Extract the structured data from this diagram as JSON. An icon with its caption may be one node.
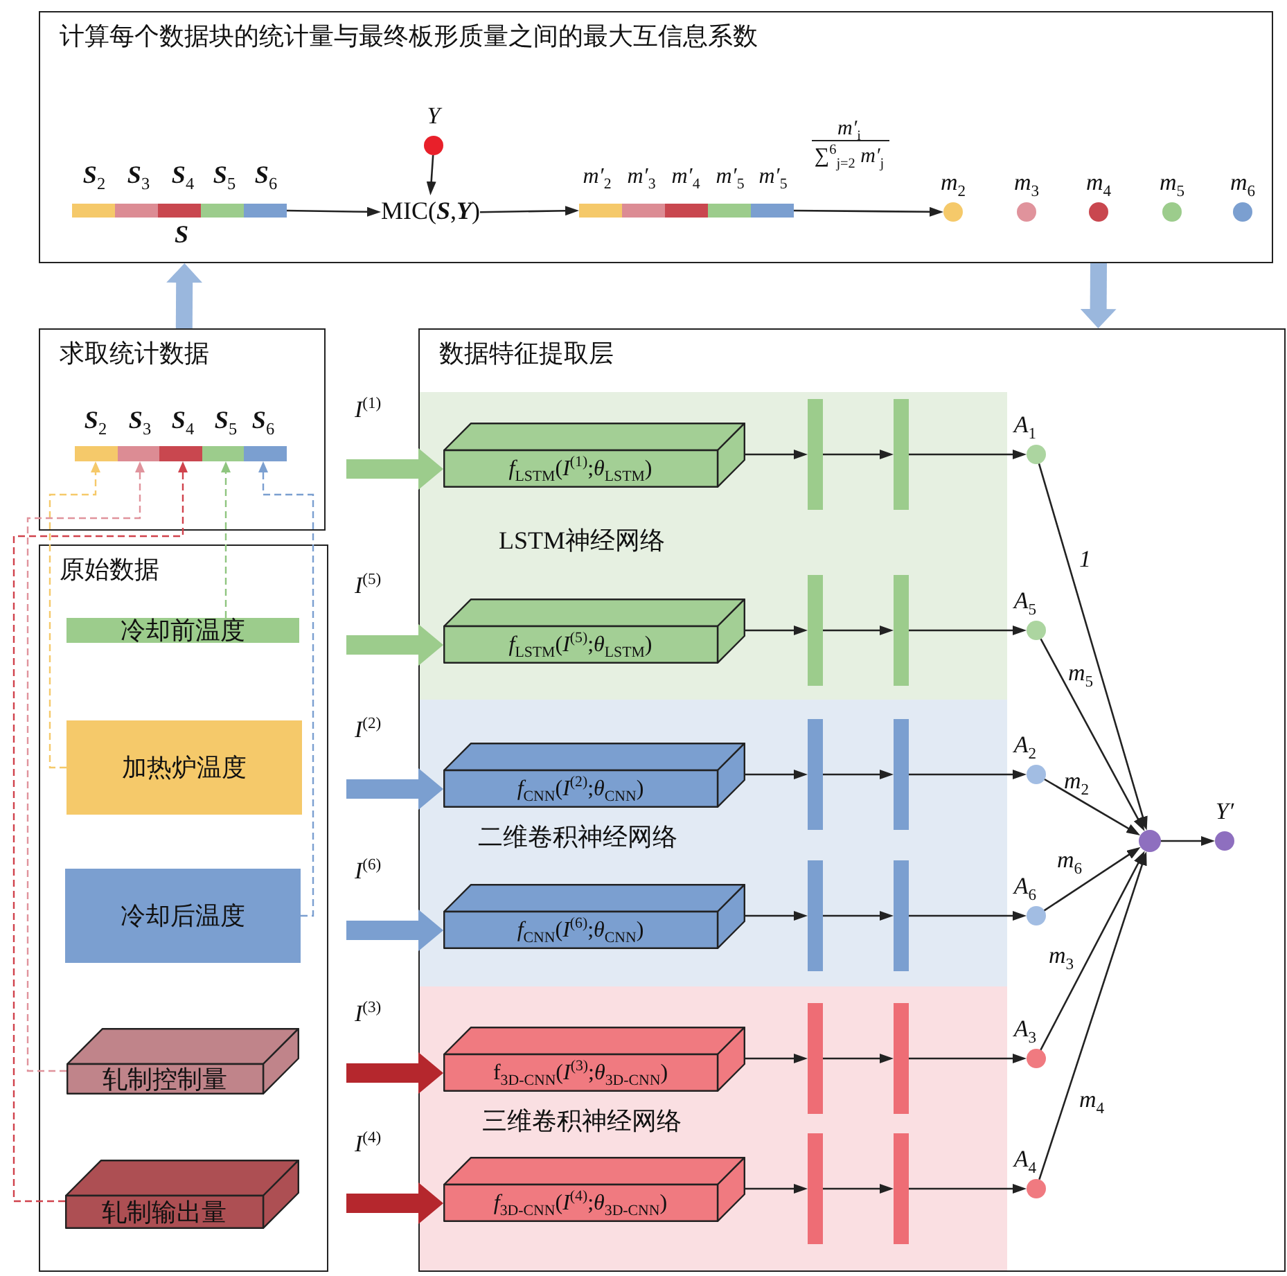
{
  "diagram": {
    "nodes": [
      {
        "text": [
          "计算每个数据块的统计量与最终板形质量之间的最大互信息系数"
        ]
      },
      {
        "text": [],
        "shape": "bar",
        "in": 0,
        "beside": [
          "**S**$_{2}$",
          "**S**$_{3}$",
          "**S**$_{4}$",
          "**S**$_{5}$",
          "**S**$_{6}$",
          "**S**"
        ]
      },
      {
        "text": [
          "Y"
        ],
        "in": 0
      },
      {
        "text": [
          "MIC(**S**,**Y**)"
        ],
        "in": 0
      },
      {
        "text": [],
        "shape": "bar",
        "in": 0,
        "beside": [
          "m′$_{2}$",
          "m′$_{3}$",
          "m′$_{4}$",
          "m′$_{5}$",
          "m′$_{5}$"
        ]
      },
      {
        "text": [
          "m$_{2}$"
        ],
        "in": 0
      },
      {
        "text": [
          "m$_{3}$"
        ],
        "in": 0
      },
      {
        "text": [
          "m$_{4}$"
        ],
        "in": 0
      },
      {
        "text": [
          "m$_{5}$"
        ],
        "in": 0
      },
      {
        "text": [
          "m$_{6}$"
        ],
        "in": 0
      },
      {
        "text": [
          "求取统计数据"
        ]
      },
      {
        "text": [],
        "shape": "bar",
        "in": 10,
        "beside": [
          "**S**$_{2}$",
          "**S**$_{3}$",
          "**S**$_{4}$",
          "**S**$_{5}$",
          "**S**$_{6}$"
        ]
      },
      {
        "text": [
          "原始数据"
        ]
      },
      {
        "text": [
          "冷却前温度"
        ],
        "in": 12
      },
      {
        "text": [
          "加热炉温度"
        ],
        "in": 12
      },
      {
        "text": [
          "冷却后温度"
        ],
        "in": 12
      },
      {
        "text": [
          "轧制控制量"
        ],
        "in": 12
      },
      {
        "text": [
          "轧制输出量"
        ],
        "in": 12
      },
      {
        "text": [
          "数据特征提取层"
        ]
      },
      {
        "text": [
          "LSTM神经网络"
        ],
        "in": 18
      },
      {
        "text": [
          "*f*$_{LSTM}$(*I*$^{(1)}$;*θ*$_{LSTM}$)"
        ],
        "in": 19
      },
      {
        "text": [],
        "shape": "bar",
        "in": 19
      },
      {
        "text": [],
        "shape": "bar",
        "in": 19
      },
      {
        "text": [
          "*f*$_{LSTM}$(*I*$^{(5)}$;*θ*$_{LSTM}$)"
        ],
        "in": 19
      },
      {
        "text": [],
        "shape": "bar",
        "in": 19
      },
      {
        "text": [],
        "shape": "bar",
        "in": 19
      },
      {
        "text": [
          "二维卷积神经网络"
        ],
        "in": 18
      },
      {
        "text": [
          "*f*$_{CNN}$(*I*$^{(2)}$;*θ*$_{CNN}$)"
        ],
        "in": 26
      },
      {
        "text": [],
        "shape": "bar",
        "in": 26
      },
      {
        "text": [],
        "shape": "bar",
        "in": 26
      },
      {
        "text": [
          "*f*$_{CNN}$(*I*$^{(6)}$;*θ*$_{CNN}$)"
        ],
        "in": 26
      },
      {
        "text": [],
        "shape": "bar",
        "in": 26
      },
      {
        "text": [],
        "shape": "bar",
        "in": 26
      },
      {
        "text": [
          "三维卷积神经网络"
        ],
        "in": 18
      },
      {
        "text": [
          "f$_{3D-CNN}$(*I*$^{(3)}$;*θ*$_{3D-CNN}$)"
        ],
        "in": 33
      },
      {
        "text": [],
        "shape": "bar",
        "in": 33
      },
      {
        "text": [],
        "shape": "bar",
        "in": 33
      },
      {
        "text": [
          "*f*$_{3D-CNN}$(*I*$^{(4)}$;*θ*$_{3D-CNN}$)"
        ],
        "in": 33
      },
      {
        "text": [],
        "shape": "bar",
        "in": 33
      },
      {
        "text": [],
        "shape": "bar",
        "in": 33
      },
      {
        "text": [
          "A$_{1}$"
        ],
        "in": 18
      },
      {
        "text": [
          "A$_{5}$"
        ],
        "in": 18
      },
      {
        "text": [
          "A$_{2}$"
        ],
        "in": 18
      },
      {
        "text": [
          "A$_{6}$"
        ],
        "in": 18
      },
      {
        "text": [
          "A$_{3}$"
        ],
        "in": 18
      },
      {
        "text": [
          "A$_{4}$"
        ],
        "in": 18
      },
      {
        "text": [],
        "shape": "circle",
        "in": 18
      },
      {
        "text": [
          "Y′"
        ],
        "in": 18
      }
    ],
    "edges": [
      {
        "from": 1,
        "to": 3,
        "arrow": "to"
      },
      {
        "from": 2,
        "to": 3,
        "arrow": "to"
      },
      {
        "from": 3,
        "to": 4,
        "arrow": "to"
      },
      {
        "from": 4,
        "to": 5,
        "arrow": "to"
      },
      {
        "from": 10,
        "to": 0,
        "arrow": "to",
        "style": "thick",
        "color": "#9ab7dd"
      },
      {
        "from": 0,
        "to": 18,
        "arrow": "to",
        "style": "thick",
        "color": "#9ab7dd"
      },
      {
        "from": 14,
        "to": 11,
        "arrow": "to",
        "style": "dashed",
        "color": "#f5c96a"
      },
      {
        "from": 16,
        "to": 11,
        "arrow": "to",
        "style": "dashed",
        "color": "#e0939c"
      },
      {
        "from": 17,
        "to": 11,
        "arrow": "to",
        "style": "dashed",
        "color": "#d0424c"
      },
      {
        "from": 13,
        "to": 11,
        "arrow": "to",
        "style": "dashed",
        "color": "#8fc57f"
      },
      {
        "from": 15,
        "to": 11,
        "arrow": "to",
        "style": "dashed",
        "color": "#7b9fd0"
      },
      {
        "from": null,
        "to": 20,
        "arrow": "to",
        "label": "I$^{(1)}$",
        "style": "thick",
        "color": "#9ccc8c"
      },
      {
        "from": null,
        "to": 23,
        "arrow": "to",
        "label": "I$^{(5)}$",
        "style": "thick",
        "color": "#9ccc8c"
      },
      {
        "from": null,
        "to": 27,
        "arrow": "to",
        "label": "I$^{(2)}$",
        "style": "thick",
        "color": "#7b9fd0"
      },
      {
        "from": null,
        "to": 30,
        "arrow": "to",
        "label": "I$^{(6)}$",
        "style": "thick",
        "color": "#7b9fd0"
      },
      {
        "from": null,
        "to": 34,
        "arrow": "to",
        "label": "I$^{(3)}$",
        "style": "thick",
        "color": "#b5272d"
      },
      {
        "from": null,
        "to": 37,
        "arrow": "to",
        "label": "I$^{(4)}$",
        "style": "thick",
        "color": "#b5272d"
      },
      {
        "from": 20,
        "to": 21,
        "arrow": "to"
      },
      {
        "from": 21,
        "to": 22,
        "arrow": "to"
      },
      {
        "from": 22,
        "to": 40,
        "arrow": "to"
      },
      {
        "from": 23,
        "to": 24,
        "arrow": "to"
      },
      {
        "from": 24,
        "to": 25,
        "arrow": "to"
      },
      {
        "from": 25,
        "to": 41,
        "arrow": "to"
      },
      {
        "from": 27,
        "to": 28,
        "arrow": "to"
      },
      {
        "from": 28,
        "to": 29,
        "arrow": "to"
      },
      {
        "from": 29,
        "to": 42,
        "arrow": "to"
      },
      {
        "from": 30,
        "to": 31,
        "arrow": "to"
      },
      {
        "from": 31,
        "to": 32,
        "arrow": "to"
      },
      {
        "from": 32,
        "to": 43,
        "arrow": "to"
      },
      {
        "from": 34,
        "to": 35,
        "arrow": "to"
      },
      {
        "from": 35,
        "to": 36,
        "arrow": "to"
      },
      {
        "from": 36,
        "to": 44,
        "arrow": "to"
      },
      {
        "from": 37,
        "to": 38,
        "arrow": "to"
      },
      {
        "from": 38,
        "to": 39,
        "arrow": "to"
      },
      {
        "from": 39,
        "to": 45,
        "arrow": "to"
      },
      {
        "from": 40,
        "to": 46,
        "arrow": "to",
        "label": "1"
      },
      {
        "from": 41,
        "to": 46,
        "arrow": "to",
        "label": "m$_{5}$"
      },
      {
        "from": 42,
        "to": 46,
        "arrow": "to",
        "label": "m$_{2}$"
      },
      {
        "from": 43,
        "to": 46,
        "arrow": "to",
        "label": "m$_{6}$"
      },
      {
        "from": 44,
        "to": 46,
        "arrow": "to",
        "label": "m$_{3}$"
      },
      {
        "from": 45,
        "to": 46,
        "arrow": "to",
        "label": "m$_{4}$"
      },
      {
        "from": 46,
        "to": 47,
        "arrow": "to"
      }
    ],
    "labels": [
      "m′$_{i}$",
      "∑$^{6}$$_{j=2}$ m′$_{j}$"
    ]
  }
}
